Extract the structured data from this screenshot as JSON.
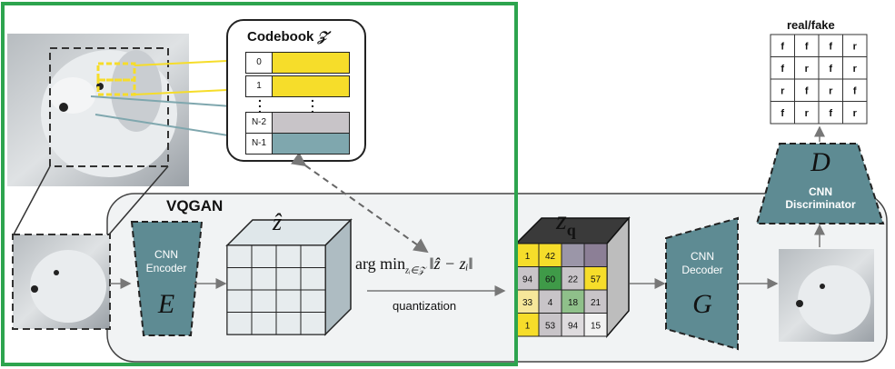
{
  "vqgan_label": "VQGAN",
  "codebook": {
    "title": "Codebook",
    "symbol": "𝒵",
    "rows": [
      {
        "index": "0",
        "color": "#f6dd2a"
      },
      {
        "index": "1",
        "color": "#f6dd2a"
      },
      {
        "index": "N-2",
        "color": "#c8c4c8"
      },
      {
        "index": "N-1",
        "color": "#7fa7ae"
      }
    ]
  },
  "encoder": {
    "line1": "CNN",
    "line2": "Encoder",
    "symbol": "E"
  },
  "decoder": {
    "line1": "CNN",
    "line2": "Decoder",
    "symbol": "G"
  },
  "discriminator": {
    "line1": "CNN",
    "line2": "Discriminator",
    "symbol": "D"
  },
  "zhat_symbol": "ẑ",
  "zq_symbol": "z",
  "zq_sub": "q",
  "argmin_text": "arg min",
  "argmin_sub": "zᵢ∈𝒵",
  "argmin_norm": "‖ẑ − zᵢ‖",
  "quantization_label": "quantization",
  "real_fake_label": "real/fake",
  "rf_grid": [
    [
      "f",
      "f",
      "f",
      "r"
    ],
    [
      "f",
      "r",
      "f",
      "r"
    ],
    [
      "r",
      "f",
      "r",
      "f"
    ],
    [
      "f",
      "r",
      "f",
      "r"
    ]
  ],
  "zq_grid": [
    [
      "1",
      "42",
      "",
      ""
    ],
    [
      "94",
      "60",
      "22",
      "57"
    ],
    [
      "33",
      "4",
      "18",
      "21"
    ],
    [
      "1",
      "53",
      "94",
      "15"
    ]
  ],
  "zq_colors": [
    [
      "#f6dd2a",
      "#f6dd2a",
      "#9b96a8",
      "#8c7f96"
    ],
    [
      "#c8c4c8",
      "#3f9a48",
      "#c8c4c8",
      "#f6dd2a"
    ],
    [
      "#f6e79a",
      "#c8c4c8",
      "#8fc08a",
      "#c8c4c8"
    ],
    [
      "#f6dd2a",
      "#c8c4c8",
      "#dedbde",
      "#f2f2f2"
    ]
  ],
  "colors": {
    "teal": "#5e8b93",
    "highlight_green": "#2da44e",
    "yellow": "#f6dd2a"
  }
}
